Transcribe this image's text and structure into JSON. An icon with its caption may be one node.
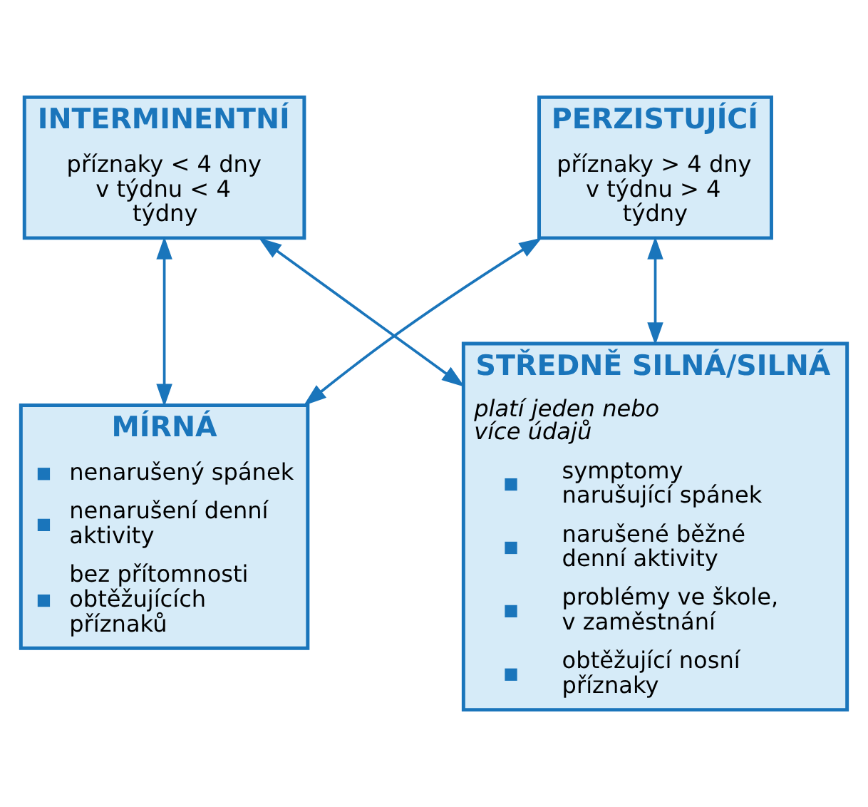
{
  "diagram": {
    "nodes": [
      {
        "text": [
          "INTERMINENTNÍ",
          "příznaky < 4 dny v týdnu < 4 týdny"
        ]
      },
      {
        "text": [
          "PERZISTUJÍCÍ",
          "příznaky > 4 dny v týdnu > 4 týdny"
        ]
      },
      {
        "text": [
          "MÍRNÁ",
          "nenarušený spánek",
          "nenarušení denní aktivity",
          "bez přítomnosti obtěžujících příznaků"
        ]
      },
      {
        "text": [
          "STŘEDNĚ SILNÁ/SILNÁ",
          "*platí jeden nebo více údajů*",
          "symptomy narušující spánek",
          "narušené běžné denní aktivity",
          "problémy ve škole, v zaměstnání",
          "obtěžující nosní příznaky"
        ]
      }
    ],
    "edges": [
      {
        "from": 0,
        "to": 2,
        "arrow": "both"
      },
      {
        "from": 1,
        "to": 3,
        "arrow": "both"
      },
      {
        "from": 0,
        "to": 3,
        "arrow": "both"
      },
      {
        "from": 1,
        "to": 2,
        "arrow": "both"
      }
    ]
  }
}
